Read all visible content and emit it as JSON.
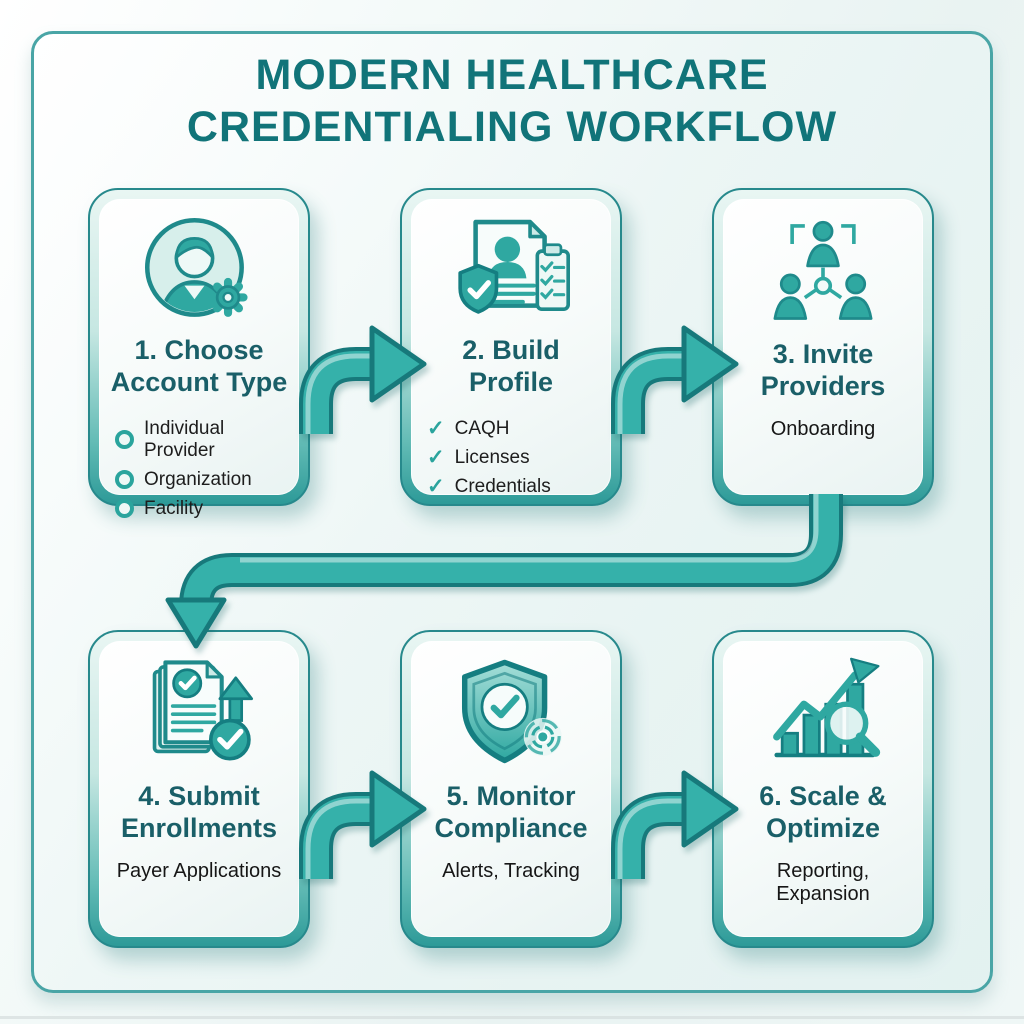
{
  "title_lines": [
    "MODERN HEALTHCARE",
    "CREDENTIALING WORKFLOW"
  ],
  "colors": {
    "accent_teal": "#35b1aa",
    "teal_dark": "#17797b",
    "heading_text": "#1a5f68",
    "title_text": "#117479",
    "body_text": "#1d1d1d",
    "card_border": "#27898c",
    "background": "#edf5f4"
  },
  "cards": [
    {
      "step": "1",
      "icon": "avatar-gear-icon",
      "title_lines": [
        "1. Choose",
        "Account Type"
      ],
      "items": [
        "Individual Provider",
        "Organization",
        "Facility"
      ],
      "bullet_style": "ring"
    },
    {
      "step": "2",
      "icon": "profile-documents-icon",
      "title_lines": [
        "2. Build",
        "Profile"
      ],
      "items": [
        "CAQH",
        "Licenses",
        "Credentials"
      ],
      "bullet_style": "check"
    },
    {
      "step": "3",
      "icon": "org-chart-icon",
      "title_lines": [
        "3. Invite",
        "Providers"
      ],
      "subtitle": "Onboarding"
    },
    {
      "step": "4",
      "icon": "documents-submit-icon",
      "title_lines": [
        "4. Submit",
        "Enrollments"
      ],
      "subtitle": "Payer Applications"
    },
    {
      "step": "5",
      "icon": "shield-radar-icon",
      "title_lines": [
        "5. Monitor",
        "Compliance"
      ],
      "subtitle": "Alerts, Tracking"
    },
    {
      "step": "6",
      "icon": "growth-chart-icon",
      "title_lines": [
        "6. Scale &",
        "Optimize"
      ],
      "subtitle": "Reporting, Expansion"
    }
  ]
}
